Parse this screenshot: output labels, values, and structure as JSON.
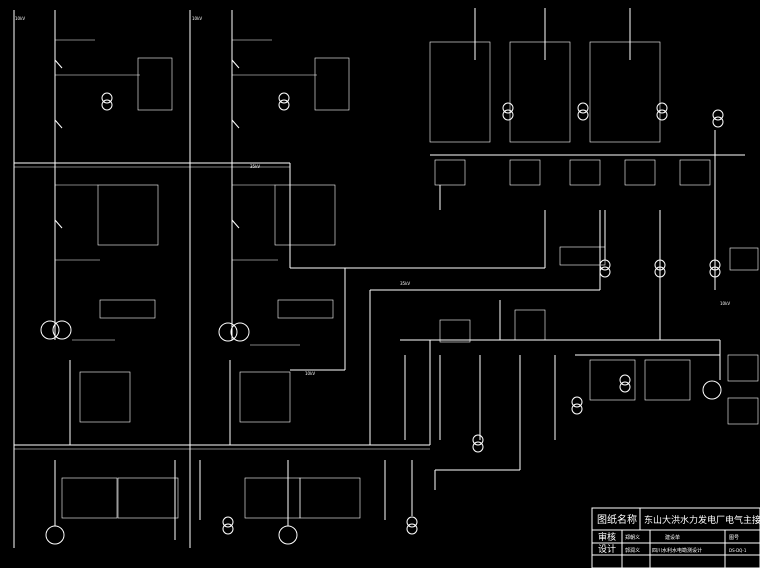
{
  "title_block": {
    "drawing_name_label": "图纸名称",
    "drawing_name": "东山大洪水力发电厂电气主接",
    "review_label": "审核",
    "reviewer": "郑朝义",
    "construction_unit": "建设单",
    "drawing_number_label": "图号",
    "design_label": "设计",
    "designer": "郭润义",
    "institute": "四川水利水电勘测设计",
    "drawing_number": "DS-DQ-1"
  },
  "colors": {
    "background": "#000000",
    "line": "#ffffff"
  }
}
